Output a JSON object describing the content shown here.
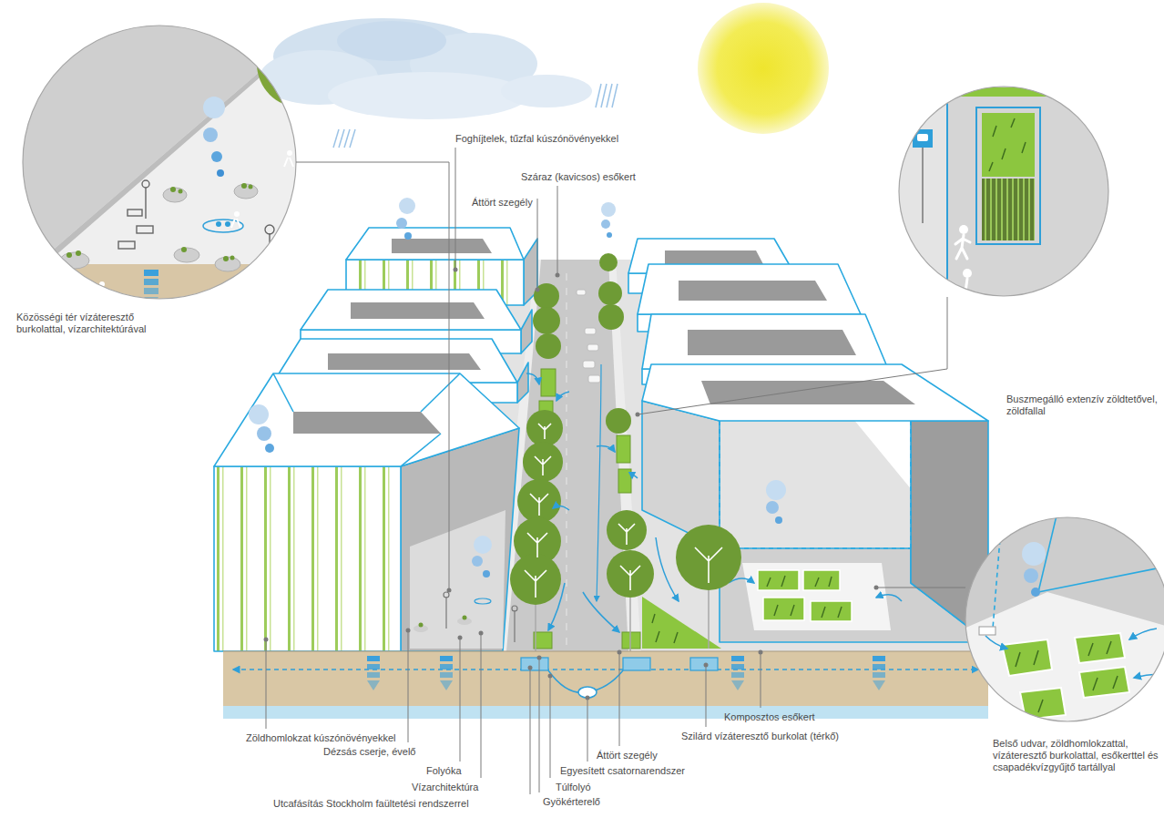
{
  "diagram": {
    "labels": [
      "Foghíjtelek, tűzfal kúszónövényekkel",
      "Száraz (kavicsos) esőkert",
      "Áttört szegély",
      "Közösségi tér vízáteresztő burkolattal, vízarchitektúrával",
      "Buszmegálló extenzív zöldtetővel, zöldfallal",
      "Belső udvar, zöldhomlokzattal, vízáteresztő burkolattal, esőkerttel és csapadékvízgyűjtő tartállyal",
      "Zöldhomlokzat kúszónövényekkel",
      "Dézsás cserje, évelő",
      "Komposztos esőkert",
      "Szilárd vízáteresztő burkolat (térkő)",
      "Áttört szegély",
      "Egyesített csatornarendszer",
      "Folyóka",
      "Túlfolyó",
      "Vízarchitektúra",
      "Gyökérterelő",
      "Utcafásítás Stockholm faültetési rendszerrel"
    ]
  }
}
